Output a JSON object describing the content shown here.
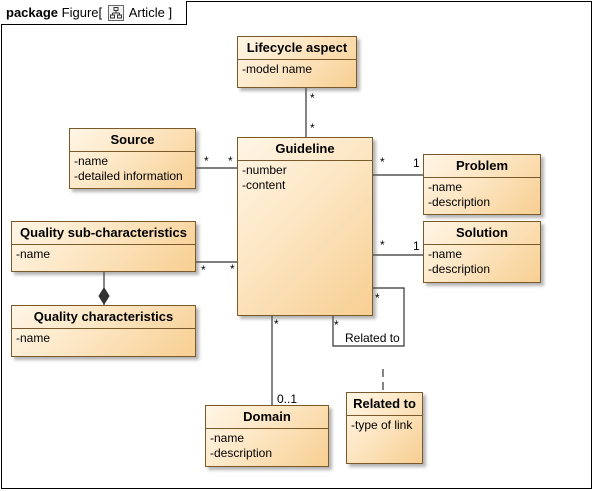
{
  "package": {
    "keyword": "package",
    "name": "Figure",
    "bracket_open": "[",
    "diagram": "Article",
    "bracket_close": "]"
  },
  "classes": {
    "lifecycle": {
      "name": "Lifecycle aspect",
      "attrs": [
        "-model name"
      ]
    },
    "source": {
      "name": "Source",
      "attrs": [
        "-name",
        "-detailed information"
      ]
    },
    "guideline": {
      "name": "Guideline",
      "attrs": [
        "-number",
        "-content"
      ]
    },
    "problem": {
      "name": "Problem",
      "attrs": [
        "-name",
        "-description"
      ]
    },
    "solution": {
      "name": "Solution",
      "attrs": [
        "-name",
        "-description"
      ]
    },
    "quality_sub": {
      "name": "Quality sub-characteristics",
      "attrs": [
        "-name"
      ]
    },
    "quality": {
      "name": "Quality characteristics",
      "attrs": [
        "-name"
      ]
    },
    "domain": {
      "name": "Domain",
      "attrs": [
        "-name",
        "-description"
      ]
    },
    "related_to": {
      "name": "Related to",
      "attrs": [
        "-type of link"
      ]
    }
  },
  "multiplicities": {
    "lifecycle_end": "*",
    "guideline_top": "*",
    "source_end": "*",
    "guideline_left_source": "*",
    "guideline_right_problem": "*",
    "problem_end": "1",
    "guideline_right_solution": "*",
    "solution_end": "1",
    "qsub_end": "*",
    "guideline_left_qsub": "*",
    "guideline_bottom_domain": "*",
    "domain_end": "0..1",
    "self_start": "*",
    "self_end": "*"
  },
  "association_label": "Related to",
  "colors": {
    "class_fill_light": "#fff6e6",
    "class_fill_dark": "#f7cf92",
    "class_border": "#7a5a2a"
  }
}
